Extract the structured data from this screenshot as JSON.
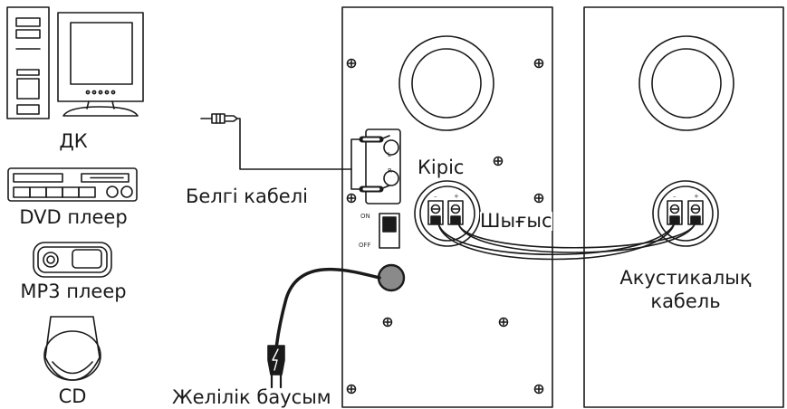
{
  "labels": {
    "pc": "ДК",
    "dvd": "DVD плеер",
    "mp3": "MP3 плеер",
    "cd": "CD",
    "signal_cable": "Белгі кабелі",
    "power": "Желілік баусым",
    "input": "Кіріс",
    "output": "Шығыс",
    "speaker_cable_line1": "Акустикалық",
    "speaker_cable_line2": "кабель"
  },
  "panel_marks": {
    "on": "ON",
    "off": "OFF",
    "left": "L",
    "right": "R",
    "minus": "–",
    "plus": "+"
  },
  "colors": {
    "stroke": "#1a1a1a",
    "power_knob": "#8a8a8a",
    "background": "#ffffff"
  }
}
